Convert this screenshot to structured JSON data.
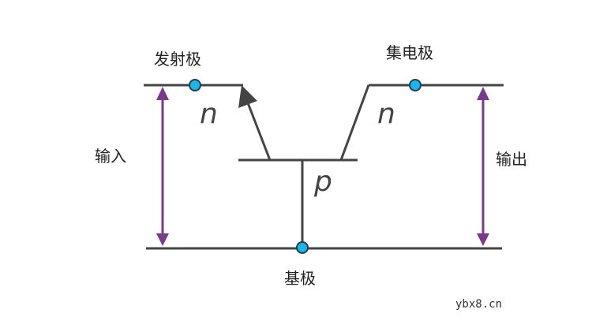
{
  "labels": {
    "emitter": "发射极",
    "collector": "集电极",
    "base": "基极",
    "input": "输入",
    "output": "输出",
    "n_left": "n",
    "n_right": "n",
    "p": "p"
  },
  "watermark": "ybx8.cn",
  "colors": {
    "line": "#444444",
    "arrow": "#7a3a8c",
    "node_fill": "#17b7e6",
    "node_stroke": "#2b3a55",
    "background": "#ffffff"
  }
}
